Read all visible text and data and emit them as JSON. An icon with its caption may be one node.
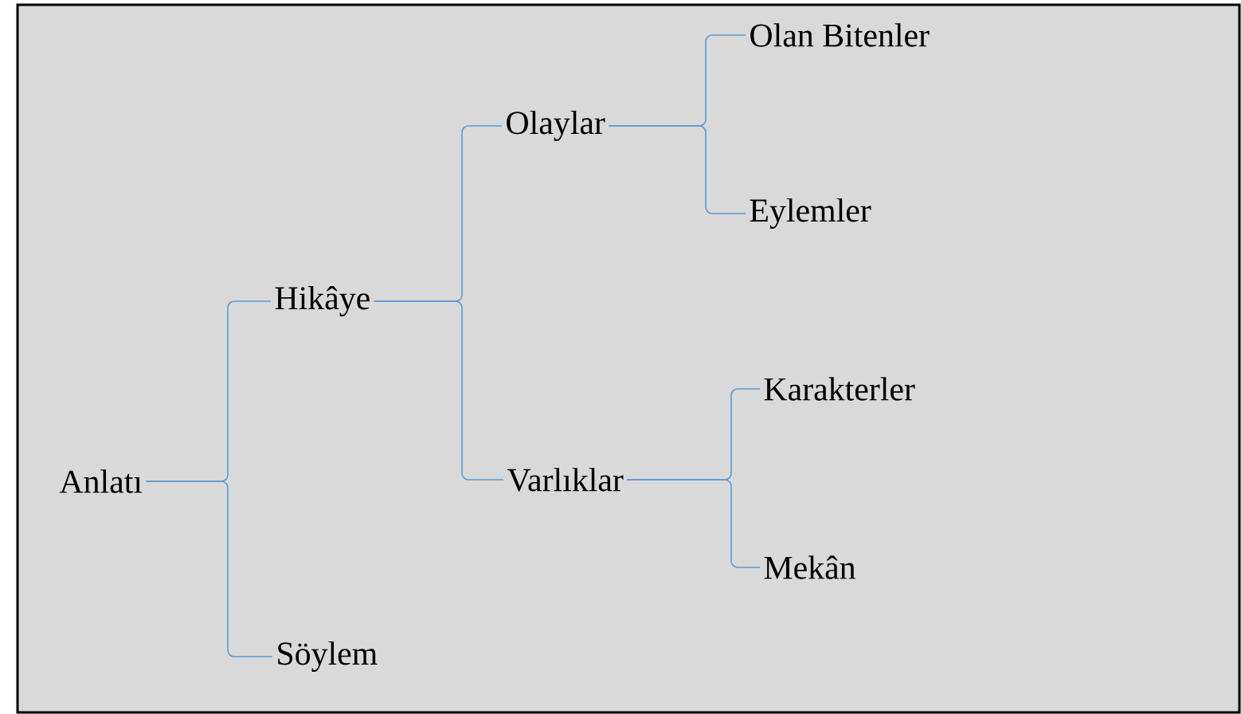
{
  "diagram": {
    "nodes": [
      {
        "text": [
          "Anlatı"
        ]
      },
      {
        "text": [
          "Hikâye"
        ]
      },
      {
        "text": [
          "Söylem"
        ]
      },
      {
        "text": [
          "Olaylar"
        ]
      },
      {
        "text": [
          "Varlıklar"
        ]
      },
      {
        "text": [
          "Olan Bitenler"
        ]
      },
      {
        "text": [
          "Eylemler"
        ]
      },
      {
        "text": [
          "Karakterler"
        ]
      },
      {
        "text": [
          "Mekân"
        ]
      }
    ],
    "edges": [
      {
        "from": 0,
        "to": 1,
        "arrow": "none"
      },
      {
        "from": 0,
        "to": 2,
        "arrow": "none"
      },
      {
        "from": 1,
        "to": 3,
        "arrow": "none"
      },
      {
        "from": 1,
        "to": 4,
        "arrow": "none"
      },
      {
        "from": 3,
        "to": 5,
        "arrow": "none"
      },
      {
        "from": 3,
        "to": 6,
        "arrow": "none"
      },
      {
        "from": 4,
        "to": 7,
        "arrow": "none"
      },
      {
        "from": 4,
        "to": 8,
        "arrow": "none"
      }
    ]
  }
}
